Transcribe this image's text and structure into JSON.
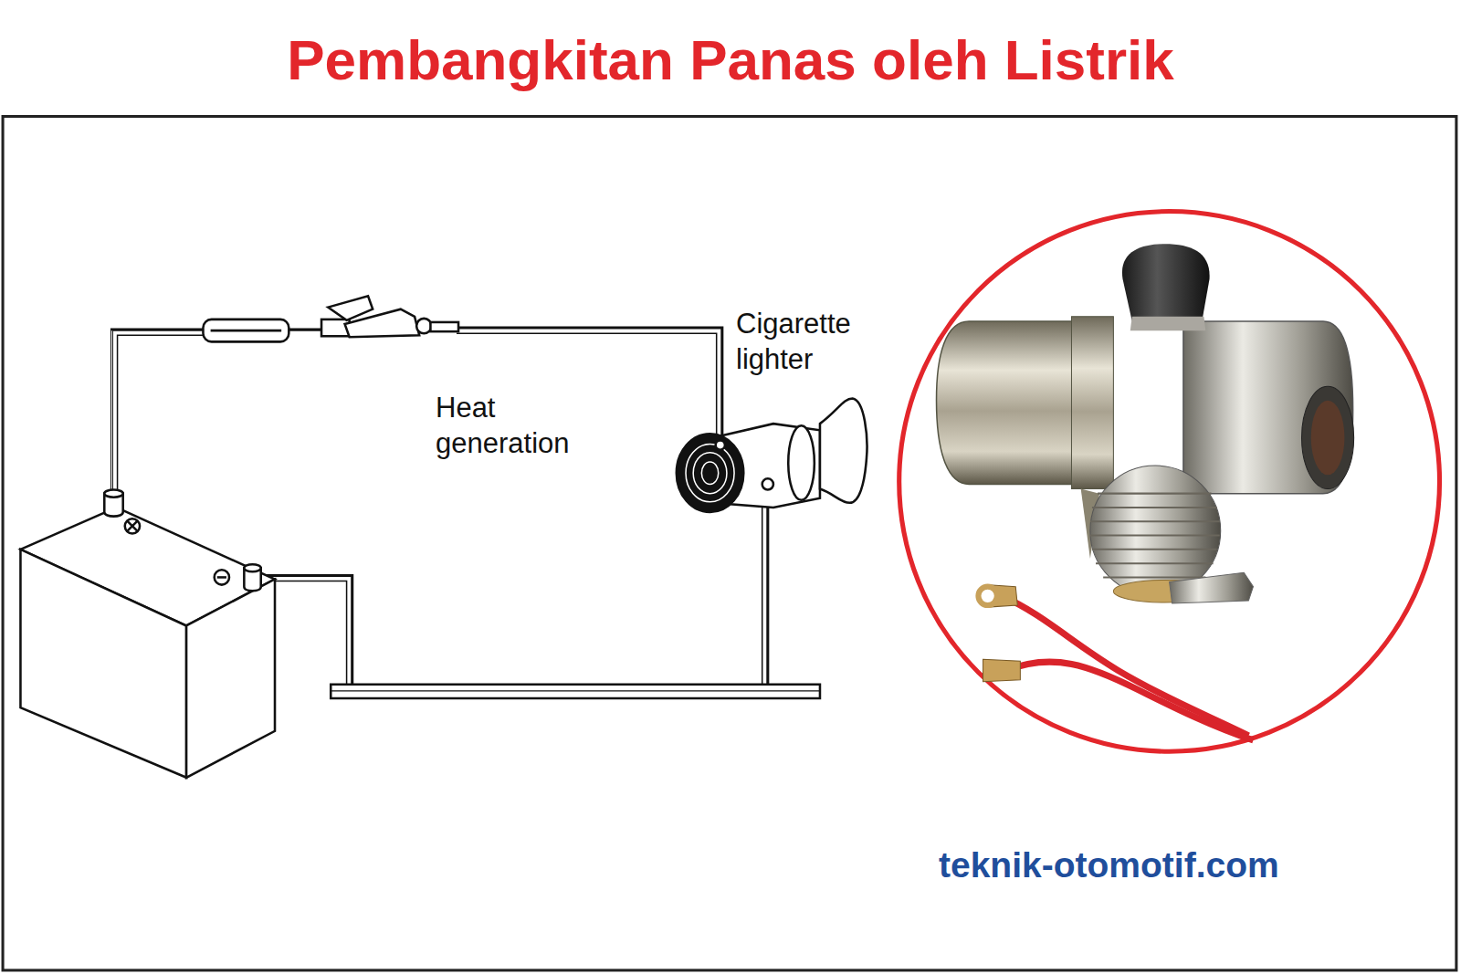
{
  "diagram": {
    "title": "Pembangkitan Panas oleh Listrik",
    "labels": [
      "Heat generation",
      "Cigarette lighter",
      "teknik-otomotif.com"
    ]
  }
}
